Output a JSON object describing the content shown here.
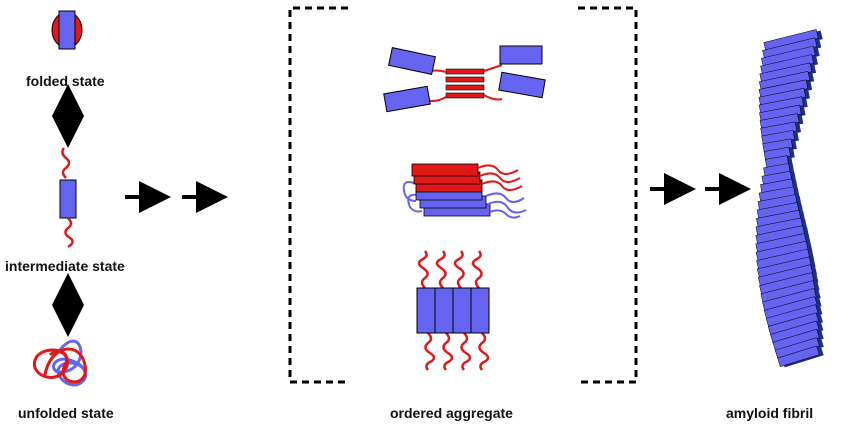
{
  "labels": {
    "folded": "folded state",
    "intermediate": "intermediate state",
    "unfolded": "unfolded state",
    "aggregate": "ordered aggregate",
    "fibril": "amyloid fibril"
  },
  "colors": {
    "blue": "#6464f0",
    "blue_dark": "#1e2f8a",
    "red": "#e01818",
    "black": "#000000"
  }
}
